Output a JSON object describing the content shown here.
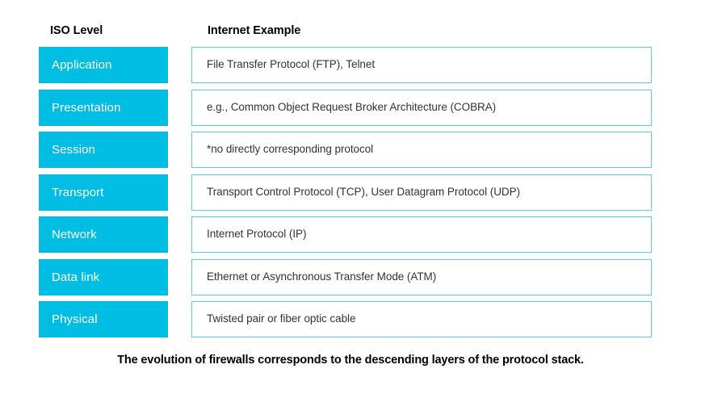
{
  "figure": {
    "caption": "The evolution of firewalls corresponds to the descending layers of the protocol stack.",
    "accent_color": "#00bde3",
    "box_border_color": "#5ccdec",
    "body_text_color": "#333333",
    "heading_text_color": "#000000"
  },
  "headers": {
    "iso_level": "ISO Level",
    "internet_example": "Internet Example"
  },
  "rows": [
    {
      "level": "Application",
      "example": "File Transfer Protocol (FTP), Telnet"
    },
    {
      "level": "Presentation",
      "example": "e.g., Common Object Request Broker Architecture (COBRA)"
    },
    {
      "level": "Session",
      "example": "*no directly corresponding protocol"
    },
    {
      "level": "Transport",
      "example": "Transport Control Protocol (TCP), User Datagram Protocol (UDP)"
    },
    {
      "level": "Network",
      "example": "Internet Protocol (IP)"
    },
    {
      "level": "Data link",
      "example": "Ethernet or Asynchronous Transfer Mode (ATM)"
    },
    {
      "level": "Physical",
      "example": "Twisted pair or fiber optic cable"
    }
  ]
}
